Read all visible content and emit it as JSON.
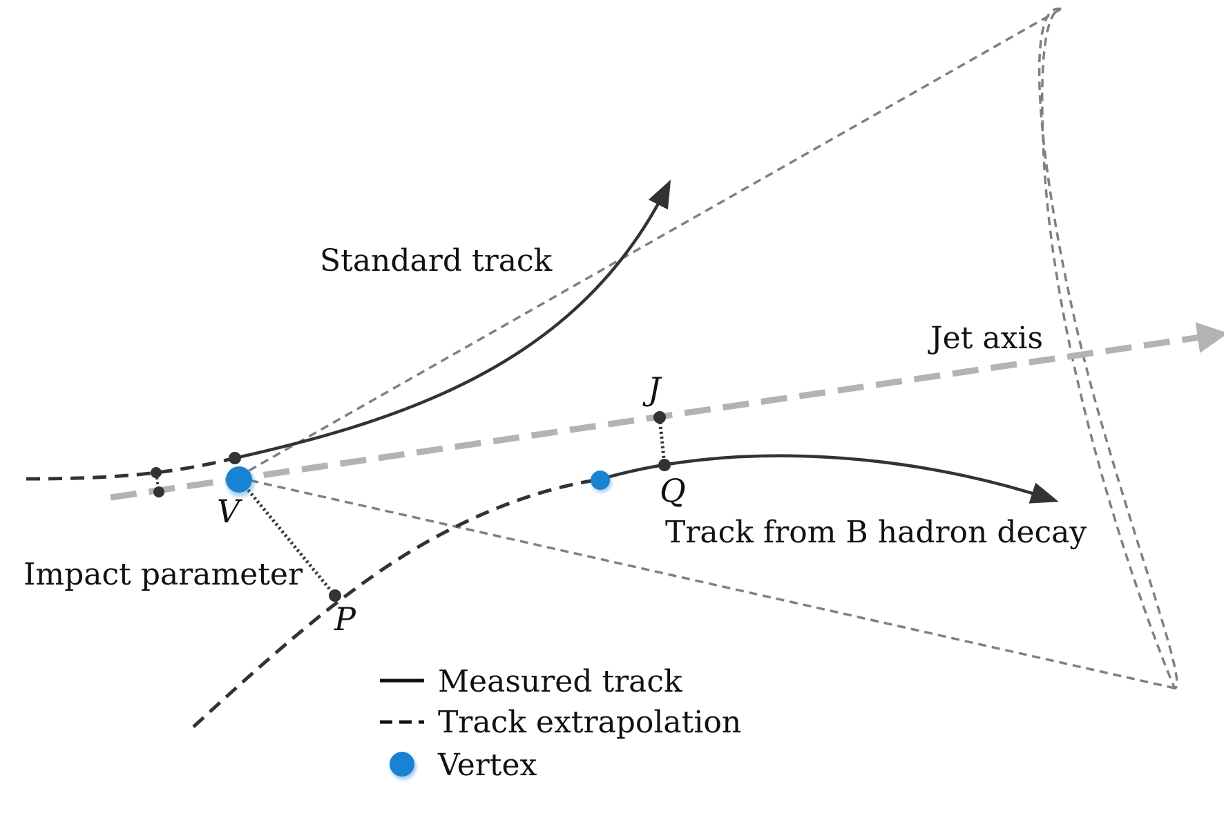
{
  "labels": {
    "standard_track": "Standard track",
    "jet_axis": "Jet axis",
    "b_track": "Track from B hadron decay",
    "impact_parameter": "Impact parameter",
    "point_v": "V",
    "point_j": "J",
    "point_q": "Q",
    "point_p": "P"
  },
  "legend": {
    "measured": "Measured track",
    "extrapolation": "Track extrapolation",
    "vertex": "Vertex"
  },
  "colors": {
    "track": "#333333",
    "cone": "#808080",
    "jet_axis": "#b3b3b3",
    "vertex": "#1a82d2"
  }
}
